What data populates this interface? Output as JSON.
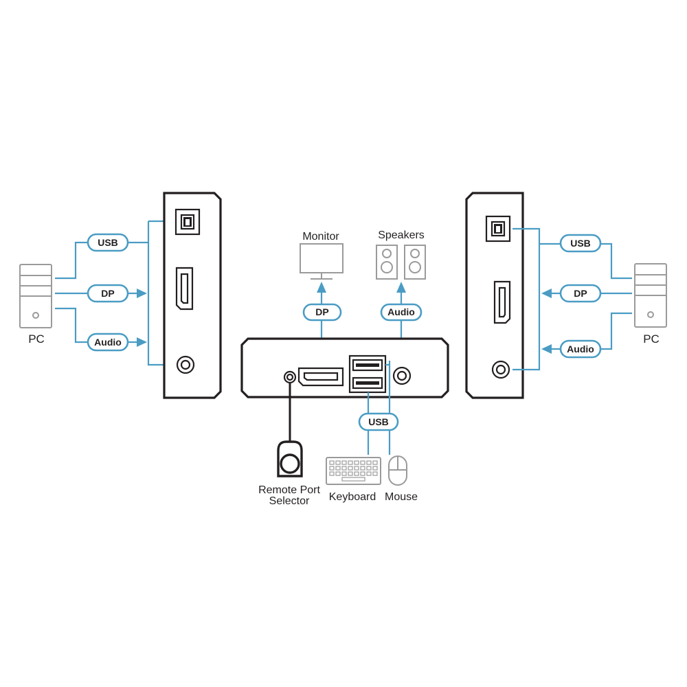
{
  "labels": {
    "pc_left": "PC",
    "pc_right": "PC",
    "monitor": "Monitor",
    "speakers": "Speakers",
    "remote_line1": "Remote Port",
    "remote_line2": "Selector",
    "keyboard": "Keyboard",
    "mouse": "Mouse"
  },
  "pills": {
    "left_usb": "USB",
    "left_dp": "DP",
    "left_audio": "Audio",
    "right_usb": "USB",
    "right_dp": "DP",
    "right_audio": "Audio",
    "monitor_dp": "DP",
    "speakers_audio": "Audio",
    "console_usb": "USB"
  },
  "colors": {
    "cable": "#4a9cc4",
    "outline": "#231f20",
    "peripheral": "#9a9a9a"
  }
}
